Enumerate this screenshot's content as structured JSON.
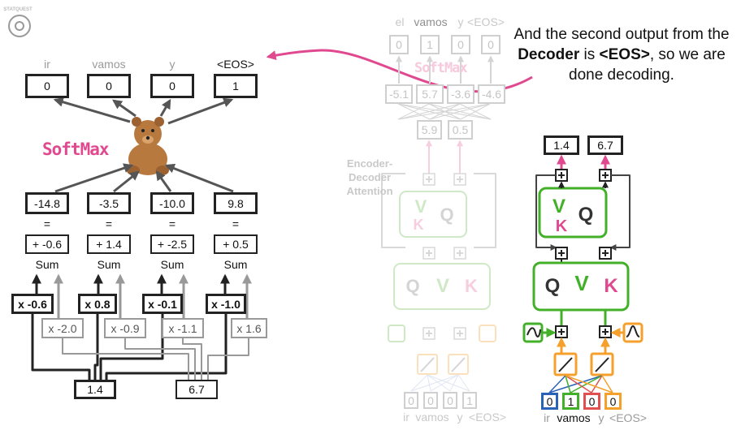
{
  "logo_text": "STATQUEST",
  "caption": {
    "p1": "And the second output from the ",
    "p2": "Decoder",
    "p3": " is ",
    "p4": "<EOS>",
    "p5": ", so we are done decoding."
  },
  "softmax_label": "SoftMax",
  "left": {
    "output_words": [
      "ir",
      "vamos",
      "y",
      "<EOS>"
    ],
    "output_values": [
      "0",
      "0",
      "0",
      "1"
    ],
    "logits": [
      "-14.8",
      "-3.5",
      "-10.0",
      "9.8"
    ],
    "equals": "=",
    "biases": [
      "+ -0.6",
      "+ 1.4",
      "+ -2.5",
      "+ 0.5"
    ],
    "sum_label": "Sum",
    "weights_a": [
      "x -0.6",
      "x 0.8",
      "x -0.1",
      "x -1.0"
    ],
    "weights_b": [
      "x -2.0",
      "x -0.9",
      "x -1.1",
      "x 1.6"
    ],
    "inputs": [
      "1.4",
      "6.7"
    ]
  },
  "middle": {
    "top_words": [
      "el",
      "vamos",
      "y",
      "<EOS>"
    ],
    "top_values": [
      "0",
      "1",
      "0",
      "0"
    ],
    "logits": [
      "-5.1",
      "5.7",
      "-3.6",
      "-4.6"
    ],
    "residual_values": [
      "5.9",
      "0.5"
    ],
    "attention_label": "Encoder-\nDecoder\nAttention",
    "bottom_values": [
      "0",
      "0",
      "0",
      "1"
    ],
    "bottom_words": [
      "ir",
      "vamos",
      "y",
      "<EOS>"
    ]
  },
  "right": {
    "outputs": [
      "1.4",
      "6.7"
    ],
    "input_values": [
      "0",
      "1",
      "0",
      "0"
    ],
    "input_words": [
      "ir",
      "vamos",
      "y",
      "<EOS>"
    ],
    "highlight_word_index": 1
  },
  "colors": {
    "pink": "#e0498f",
    "green": "#43b02a",
    "orange": "#f5a02c",
    "blue": "#2a62b8",
    "dark": "#222222",
    "grey": "#999999",
    "faint": "#cccccc"
  }
}
